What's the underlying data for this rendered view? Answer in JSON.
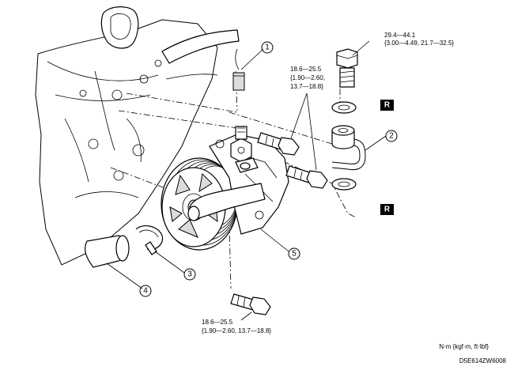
{
  "callouts": [
    {
      "id": "c1",
      "number": "1"
    },
    {
      "id": "c2",
      "number": "2"
    },
    {
      "id": "c3",
      "number": "3"
    },
    {
      "id": "c4",
      "number": "4"
    },
    {
      "id": "c5",
      "number": "5"
    }
  ],
  "torque_specs": {
    "top_right_bolt": {
      "line1": "29.4—44.1",
      "line2": "{3.00—4.49, 21.7—32.5}"
    },
    "middle_bolts": {
      "line1": "18.6—25.5",
      "line2": "{1.90—2.60,",
      "line3": "13.7—18.8}"
    },
    "bottom_bolt": {
      "line1": "18.6—25.5",
      "line2": "{1.90—2.60, 13.7—18.8}"
    }
  },
  "replace_badges": [
    {
      "id": "r1",
      "label": "R"
    },
    {
      "id": "r2",
      "label": "R"
    }
  ],
  "units_note": "N·m {kgf·m, ft·lbf}",
  "figure_code": "D5E614ZW6008"
}
